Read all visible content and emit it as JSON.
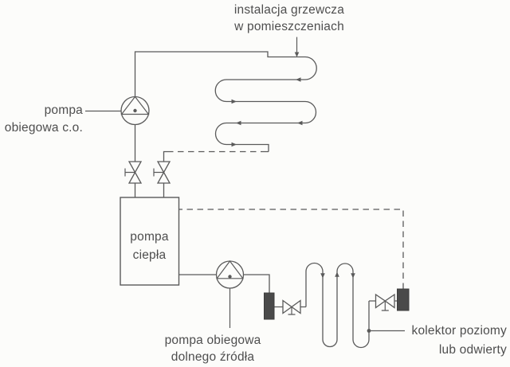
{
  "colors": {
    "bg": "#fcfcfa",
    "line": "#5a5a5a",
    "text": "#4e4e4e",
    "fill": "#4a4a4a"
  },
  "labels": {
    "heating_installation": {
      "line1": "instalacja grzewcza",
      "line2": "w pomieszczeniach"
    },
    "co_pump": {
      "line1": "pompa",
      "line2": "obiegowa c.o."
    },
    "heat_pump_unit": {
      "line1": "pompa",
      "line2": "ciepła"
    },
    "ground_pump": {
      "line1": "pompa obiegowa",
      "line2": "dolnego źródła"
    },
    "ground_collector": {
      "line1": "kolektor poziomy",
      "line2": "lub odwierty"
    }
  },
  "symbols": {
    "pump": "circle-with-rotor-triangle",
    "valve": "bowtie-shutoff-valve",
    "filter": "dark-filter-block",
    "heating_coil": "horizontal-serpentine-coil",
    "collector_coil": "vertical-serpentine-coil",
    "dashed_pipes": "return-lines-dashed"
  }
}
